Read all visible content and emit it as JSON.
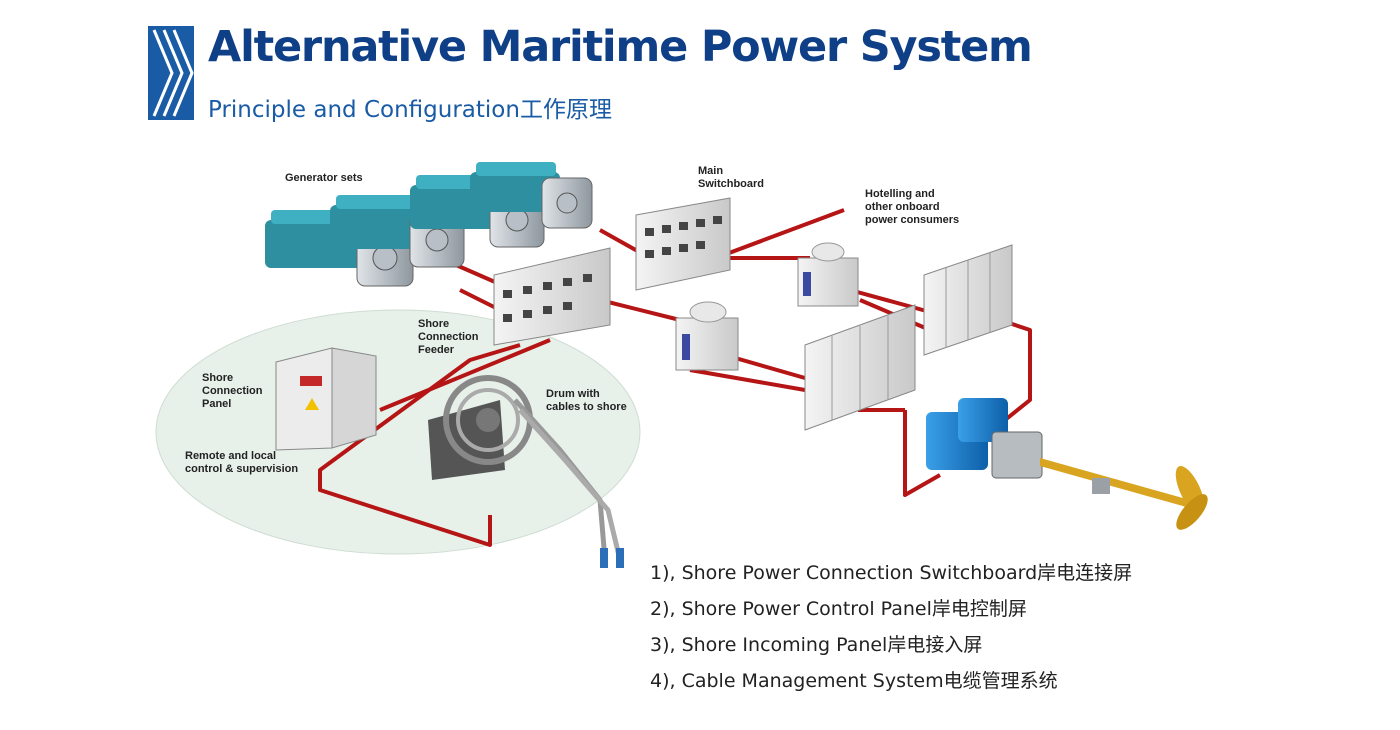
{
  "header": {
    "title": "Alternative Maritime Power System",
    "subtitle": "Principle and Configuration工作原理"
  },
  "labels": {
    "generator_sets": "Generator sets",
    "main_switchboard": "Main\nSwitchboard",
    "hotelling": "Hotelling and\nother onboard\npower consumers",
    "shore_feeder": "Shore\nConnection\nFeeder",
    "shore_panel": "Shore\nConnection\nPanel",
    "drum": "Drum with\ncables to shore",
    "remote_control": "Remote and local\ncontrol & supervision"
  },
  "legend": [
    "1), Shore Power Connection Switchboard岸电连接屏",
    "2), Shore Power Control Panel岸电控制屏",
    "3), Shore Incoming Panel岸电接入屏",
    "4), Cable Management System电缆管理系统"
  ],
  "colors": {
    "title": "#0f3f86",
    "subtitle": "#1a5ba6",
    "cable": "#b51515",
    "generator": "#2e8fa0",
    "motor": "#1677c9",
    "shaft": "#d9a520",
    "shore_area": "#e7f1ea"
  }
}
